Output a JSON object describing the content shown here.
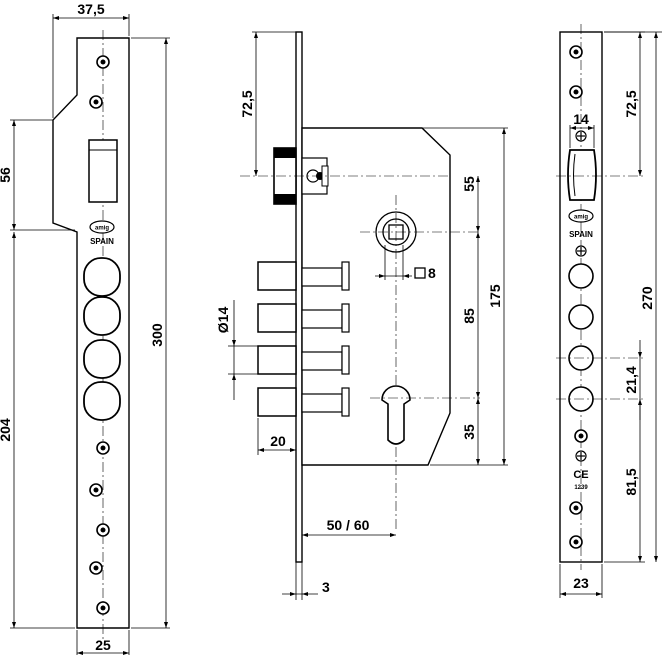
{
  "dimensions": {
    "faceplate_width_top": "37,5",
    "faceplate_height": "300",
    "cutout_height": "56",
    "lower_length": "204",
    "faceplate_width_bottom": "25",
    "case_upper": "72,5",
    "spindle_offset": "55",
    "spindle_square": "8",
    "case_height": "175",
    "spindle_to_cylinder": "85",
    "cylinder_to_bottom": "35",
    "bolt_diameter": "Ø14",
    "bolt_throw": "20",
    "backset": "50 / 60",
    "plate_thickness": "3",
    "strike_upper": "72,5",
    "strike_hole_width": "14",
    "strike_height": "270",
    "strike_pitch": "21,4",
    "strike_lower": "81,5",
    "strike_width": "23"
  },
  "branding": {
    "logo": "amig",
    "origin": "SPAIN",
    "ce_mark": "CE",
    "ce_number": "1239"
  },
  "colors": {
    "line": "#000000",
    "background": "#ffffff"
  }
}
